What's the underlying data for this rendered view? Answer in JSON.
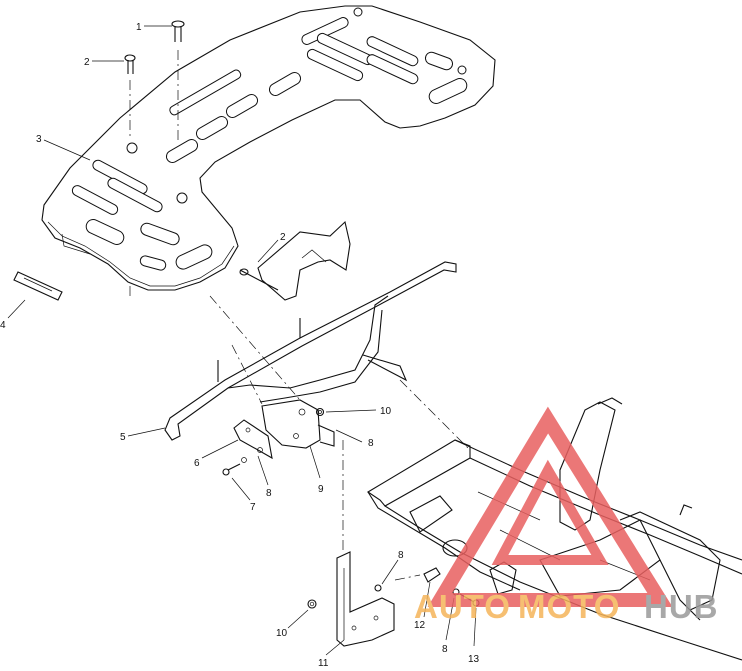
{
  "labels": {
    "l1": "1",
    "l2a": "2",
    "l2b": "2",
    "l3": "3",
    "l4": "4",
    "l5": "5",
    "l6": "6",
    "l7": "7",
    "l8a": "8",
    "l8b": "8",
    "l8c": "8",
    "l8d": "8",
    "l9": "9",
    "l10a": "10",
    "l10b": "10",
    "l11": "11",
    "l12": "12",
    "l13": "13"
  },
  "watermark": {
    "auto": "AUTO",
    "moto": "MOTO",
    "hub": "HUB",
    "triangle_color": "#e86060",
    "text_color": "#f5b55a",
    "hub_color": "#9a9a9a"
  }
}
